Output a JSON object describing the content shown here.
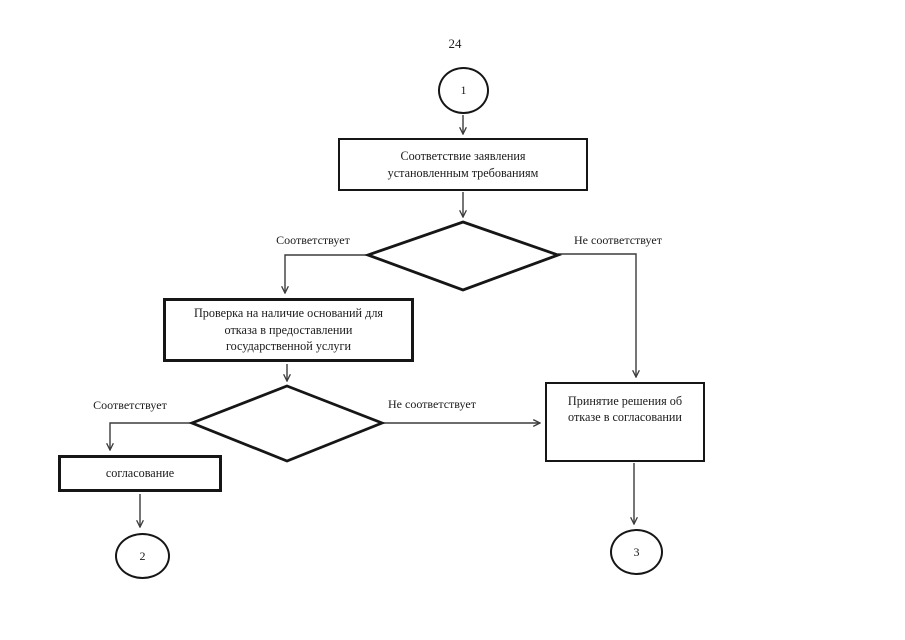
{
  "page_number": "24",
  "colors": {
    "ink": "#161616",
    "connector_line": "#3c3c3c",
    "background": "#ffffff"
  },
  "nodes": {
    "connector_1": "1",
    "box_compliance": "Соответствие заявления\nустановленным требованиям",
    "box_grounds_check": "Проверка на наличие оснований для\nотказа в предоставлении\nгосударственной услуги",
    "box_refusal": "Принятие решения об\nотказе в согласовании",
    "box_approval": "согласование",
    "connector_2": "2",
    "connector_3": "3"
  },
  "edge_labels": {
    "decision1_match": "Соответствует",
    "decision1_no_match": "Не соответствует",
    "decision2_match": "Соответствует",
    "decision2_no_match": "Не соответствует"
  }
}
